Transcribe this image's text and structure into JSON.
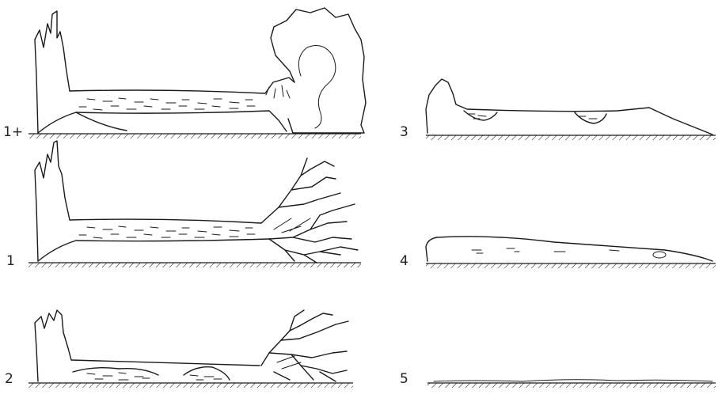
{
  "figure": {
    "panels": [
      {
        "id": "p1plus",
        "label": "1+"
      },
      {
        "id": "p1",
        "label": "1"
      },
      {
        "id": "p2",
        "label": "2"
      },
      {
        "id": "p3",
        "label": "3"
      },
      {
        "id": "p4",
        "label": "4"
      },
      {
        "id": "p5",
        "label": "5"
      }
    ]
  }
}
